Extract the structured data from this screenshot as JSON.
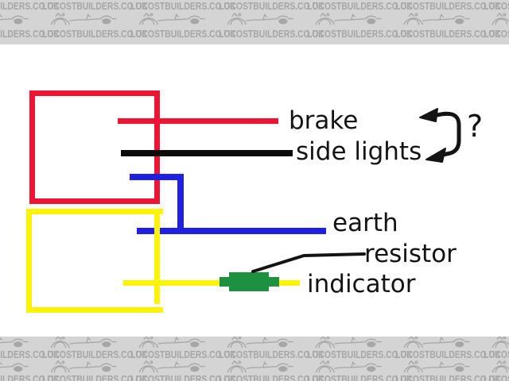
{
  "watermark": {
    "text": "LOCOSTBUILDERS.CO.UK"
  },
  "diagram": {
    "labels": {
      "brake": "brake",
      "side_lights": "side lights",
      "earth": "earth",
      "resistor": "resistor",
      "indicator": "indicator",
      "question_mark": "?"
    }
  },
  "colors": {
    "brake_wire_red": "#ee1534",
    "side_lights_wire_black": "#0b0b0b",
    "earth_wire_blue": "#2020e2",
    "indicator_wire_yellow": "#fdf304",
    "resistor_green": "#1e9140",
    "label_text": "#141414",
    "banner_background": "#d4d4d4",
    "banner_text": "#a6a6a6"
  }
}
